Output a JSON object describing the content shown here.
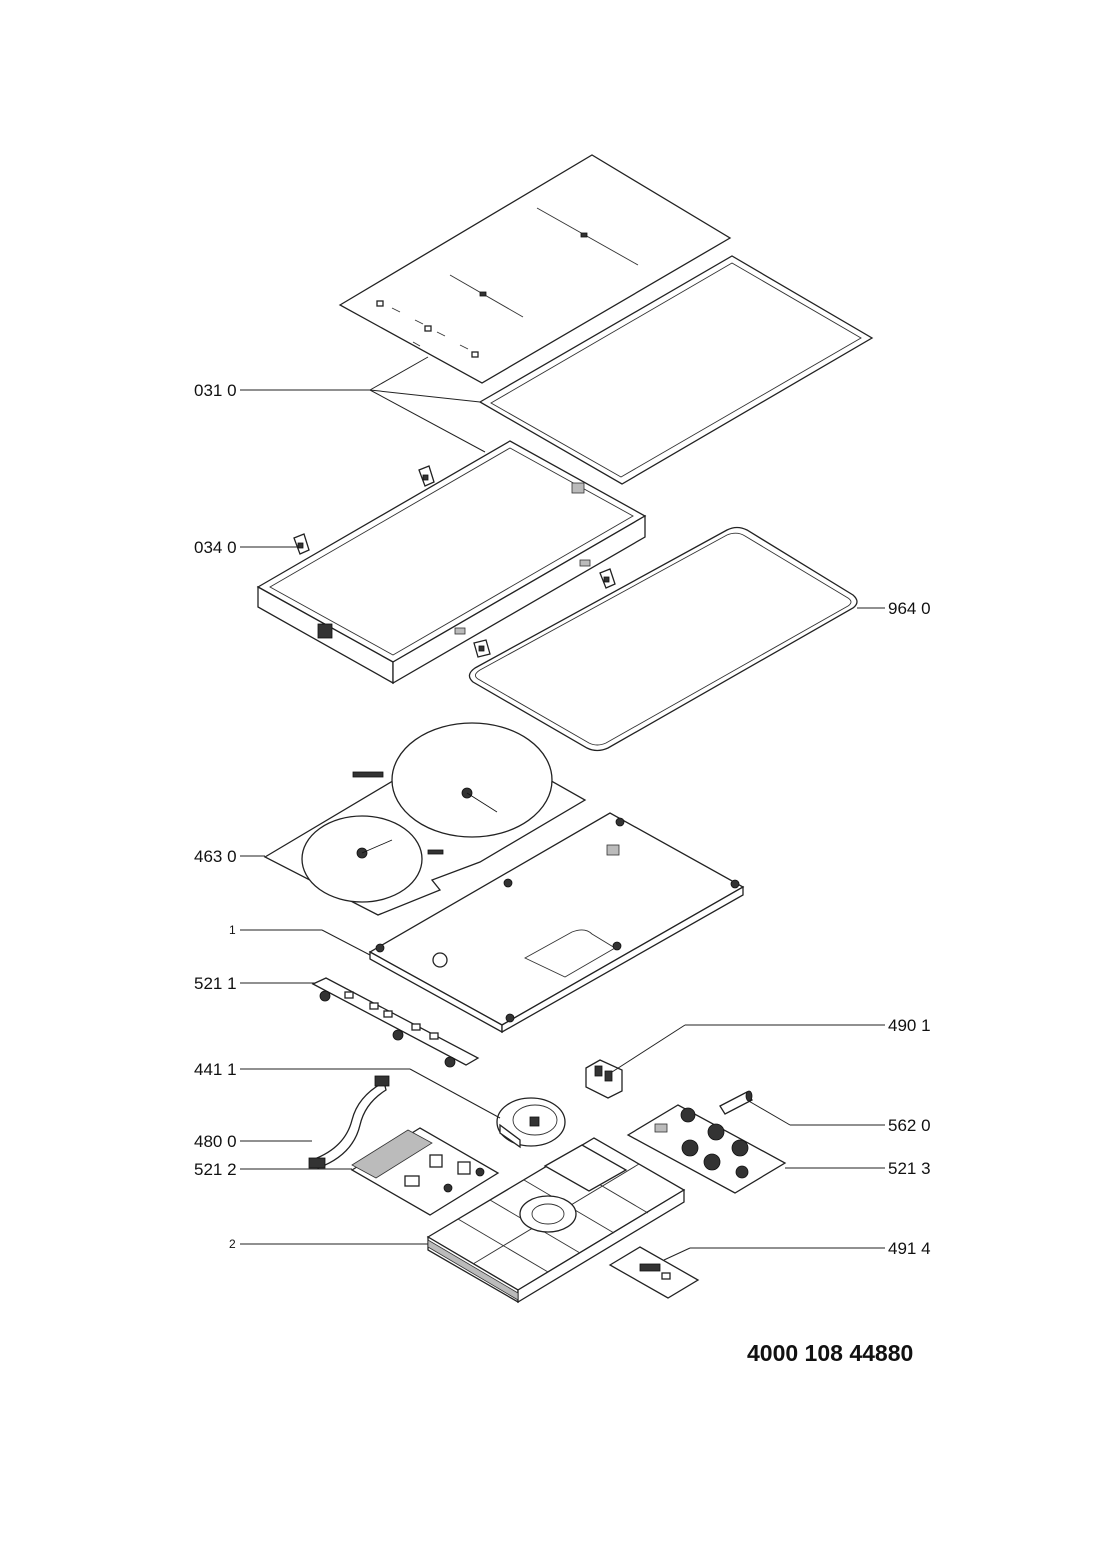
{
  "labels": {
    "p031": "031 0",
    "p034": "034 0",
    "p964": "964 0",
    "p463": "463 0",
    "p1": "1",
    "p5211": "521 1",
    "p4901": "490 1",
    "p4411": "441 1",
    "p5620": "562 0",
    "p4800": "480 0",
    "p5212": "521 2",
    "p5213": "521 3",
    "p2": "2",
    "p4914": "491 4"
  },
  "document_number": "4000 108 44880"
}
